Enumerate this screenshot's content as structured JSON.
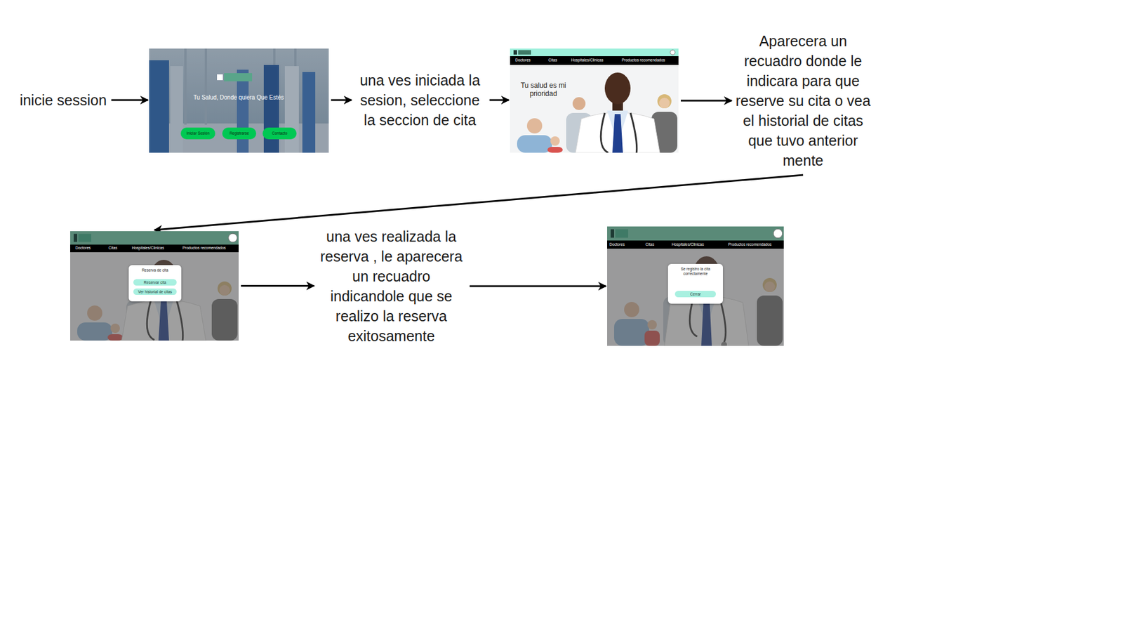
{
  "diagram": {
    "nodes": [
      {
        "text": [
          "inicie session"
        ]
      },
      {
        "text": [
          "Tu Salud, Donde quiera Que Estés"
        ]
      },
      {
        "text": [
          "Iniciar Sesión"
        ],
        "in": 1
      },
      {
        "text": [
          "Registrarse"
        ],
        "in": 1
      },
      {
        "text": [
          "Contacto"
        ],
        "in": 1
      },
      {
        "text": [
          "una ves iniciada la sesion, seleccione la seccion de cita"
        ]
      },
      {
        "text": [
          "Doctores",
          "Citas",
          "Hospitales/Clinicas",
          "Productos recomendados",
          "Tu salud es mi prioridad"
        ]
      },
      {
        "text": [
          "Aparecera un recuadro donde le indicara para que reserve su cita o vea el historial de citas que tuvo anterior mente"
        ]
      },
      {
        "text": [
          "Doctores",
          "Citas",
          "Hospitales/Clinicas",
          "Productos recomendados"
        ]
      },
      {
        "text": [
          "Reserva de cita"
        ],
        "in": 8
      },
      {
        "text": [
          "Reservar cita"
        ],
        "in": 9
      },
      {
        "text": [
          "Ver historial de citas"
        ],
        "in": 9
      },
      {
        "text": [
          "una ves realizada la reserva , le aparecera un recuadro indicandole que se realizo la reserva exitosamente"
        ]
      },
      {
        "text": [
          "Doctores",
          "Citas",
          "Hospitales/Clinicas",
          "Productos recomendados"
        ]
      },
      {
        "text": [
          "Se registro la cita correctamente"
        ],
        "in": 13
      },
      {
        "text": [
          "Cerrar"
        ],
        "in": 14
      }
    ],
    "edges": [
      {
        "from": 0,
        "to": 1,
        "arrow": "to"
      },
      {
        "from": 1,
        "to": 5,
        "arrow": "to"
      },
      {
        "from": 5,
        "to": 6,
        "arrow": "to"
      },
      {
        "from": 6,
        "to": 7,
        "arrow": "to"
      },
      {
        "from": 7,
        "to": 8,
        "arrow": "to"
      },
      {
        "from": 8,
        "to": 12,
        "arrow": "to"
      },
      {
        "from": 12,
        "to": 13,
        "arrow": "to"
      }
    ]
  }
}
